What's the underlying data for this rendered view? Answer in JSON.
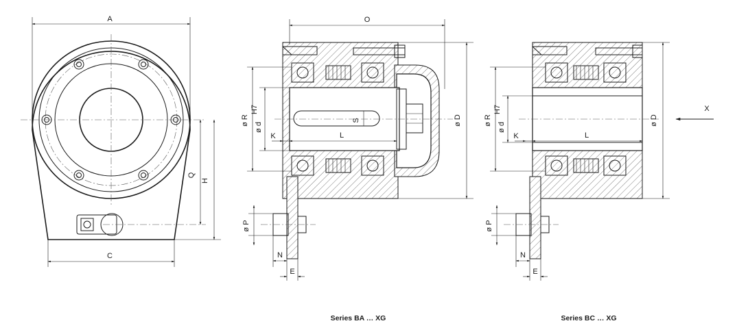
{
  "figure": {
    "front_view": {
      "labels": {
        "A": "A",
        "C": "C",
        "Q": "Q",
        "H": "H"
      }
    },
    "section_ba": {
      "labels": {
        "O": "O",
        "R": "ø R",
        "d": "ø d",
        "d_sup": "H7",
        "K": "K",
        "L": "L",
        "S": "S",
        "D": "ø D",
        "P": "ø P",
        "N": "N",
        "E": "E"
      },
      "caption": "Series BA … XG"
    },
    "section_bc": {
      "labels": {
        "R": "ø R",
        "d": "ø d",
        "d_sup": "H7",
        "K": "K",
        "L": "L",
        "D": "ø D",
        "X": "X",
        "P": "ø P",
        "N": "N",
        "E": "E"
      },
      "caption": "Series BC … XG"
    }
  }
}
